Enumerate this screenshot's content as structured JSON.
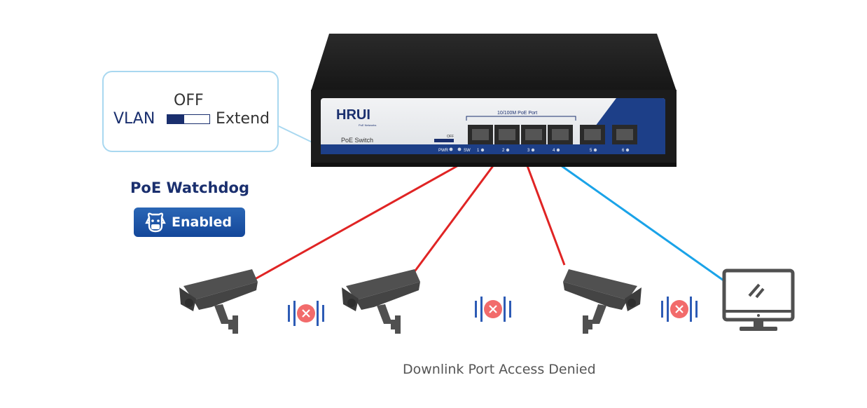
{
  "callout": {
    "switch_state_label": "OFF",
    "left_label": "VLAN",
    "right_label": "Extend"
  },
  "device": {
    "brand": "HRUI",
    "brand_sub": "PoE Networks",
    "model_label": "PoE Switch",
    "port_group_label": "10/100M PoE Port",
    "pwr_label": "PWR",
    "sw_label": "SW",
    "mini_switch_label": "OFF",
    "port_numbers": [
      "1",
      "2",
      "3",
      "4",
      "5",
      "6"
    ]
  },
  "watchdog": {
    "title": "PoE Watchdog",
    "status": "Enabled"
  },
  "caption": "Downlink Port Access Denied",
  "colors": {
    "navy": "#1a2f6e",
    "blocked_link": "#e02424",
    "allowed_link": "#1aa3e8",
    "device_icon": "#505050",
    "denied_badge": "#f26b6b",
    "signal_bars": "#2d5bb5"
  },
  "icons": [
    "watchdog-icon",
    "camera-icon",
    "monitor-icon",
    "access-denied-icon"
  ]
}
